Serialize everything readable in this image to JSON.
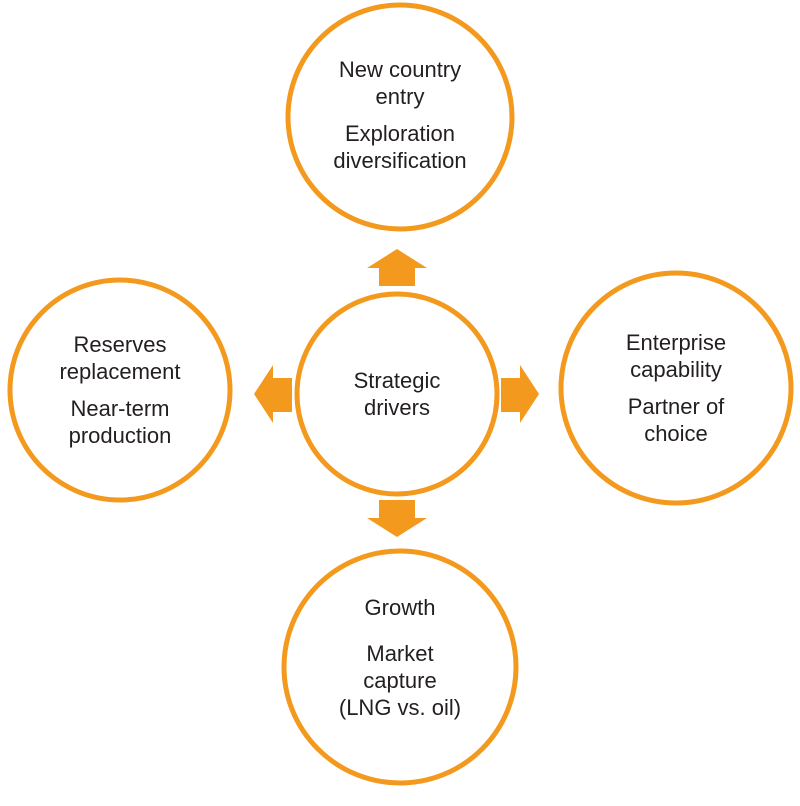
{
  "colors": {
    "accent": "#F39A1E",
    "text": "#231F20"
  },
  "center": {
    "lines": [
      "Strategic",
      "drivers"
    ]
  },
  "top": {
    "blocks": [
      [
        "New country",
        "entry"
      ],
      [
        "Exploration",
        "diversification"
      ]
    ]
  },
  "left": {
    "blocks": [
      [
        "Reserves",
        "replacement"
      ],
      [
        "Near-term",
        "production"
      ]
    ]
  },
  "right": {
    "blocks": [
      [
        "Enterprise",
        "capability"
      ],
      [
        "Partner of",
        "choice"
      ]
    ]
  },
  "bottom": {
    "blocks": [
      [
        "Growth"
      ],
      [
        "Market",
        "capture",
        "(LNG vs. oil)"
      ]
    ]
  }
}
